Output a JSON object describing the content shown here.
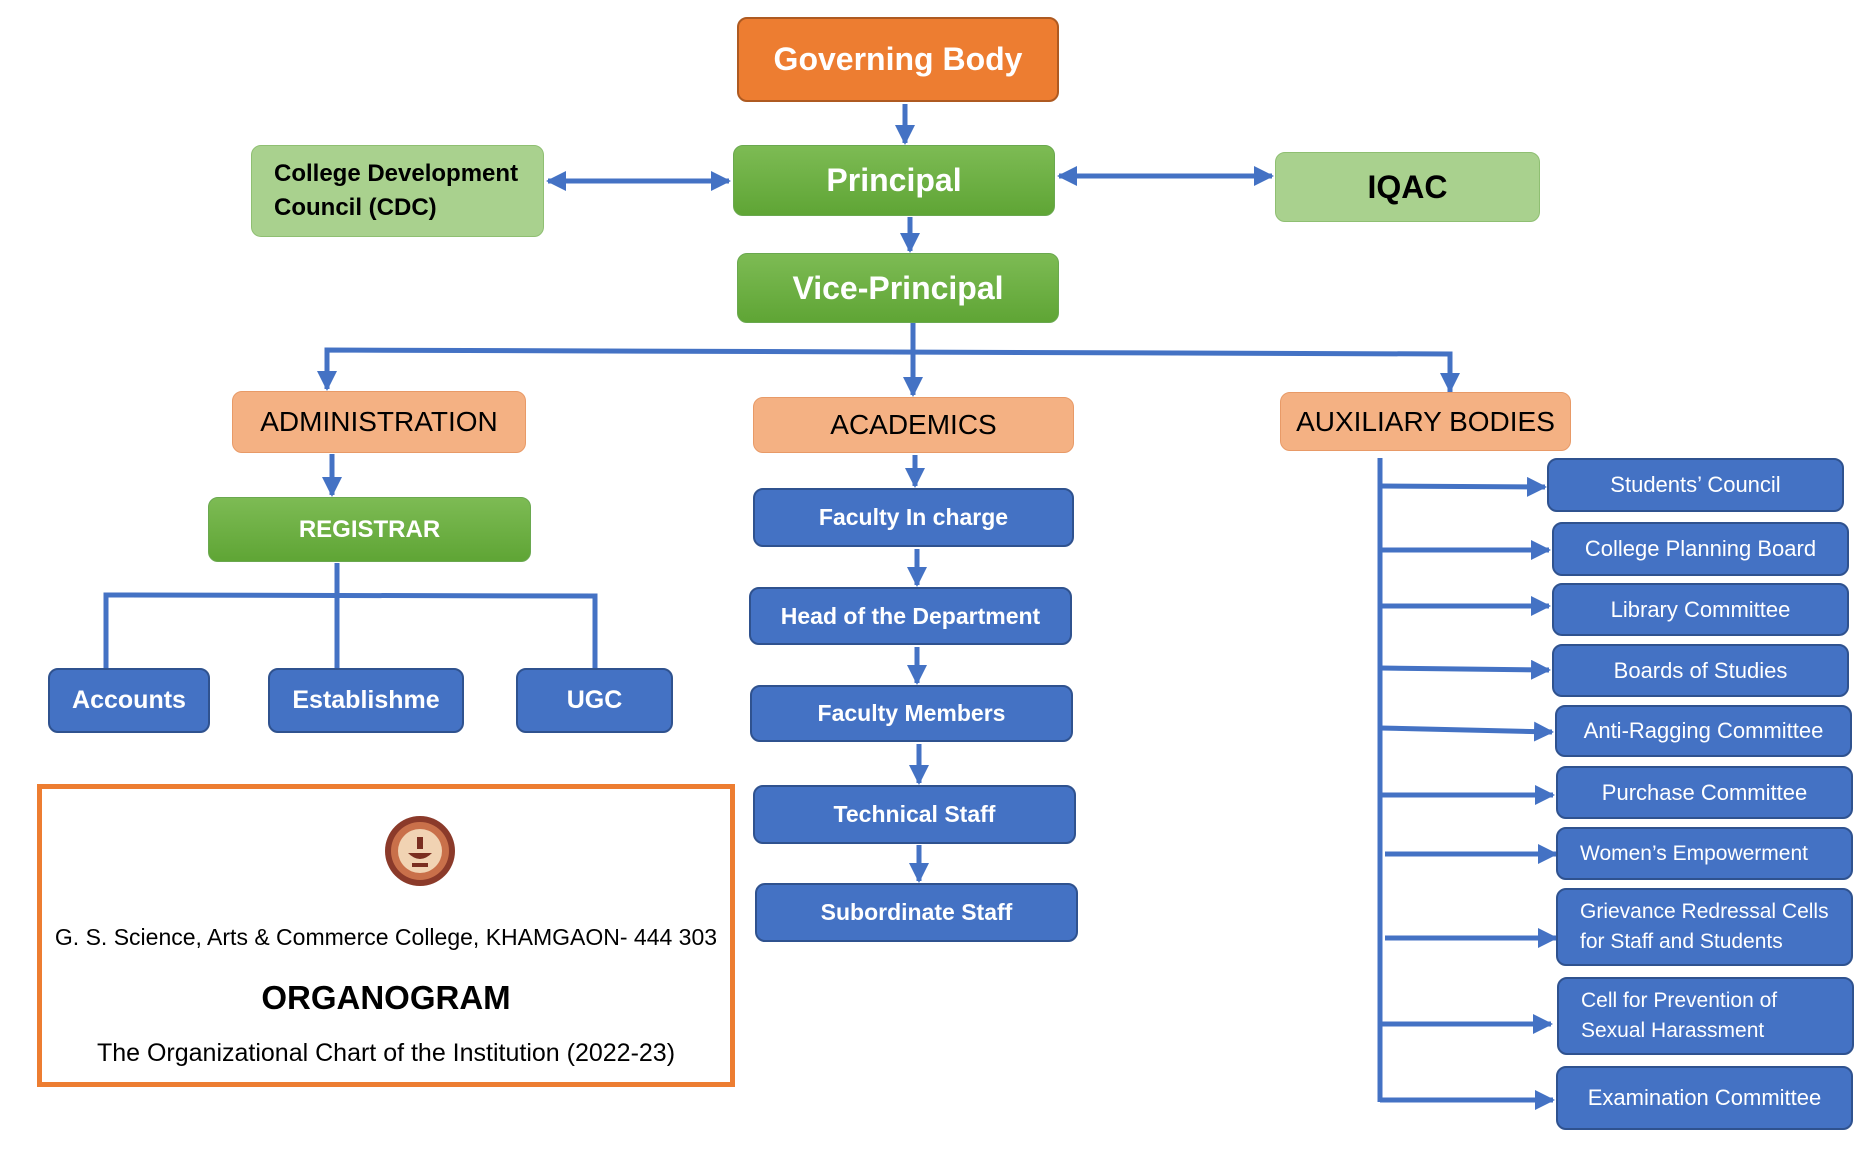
{
  "title": "ORGANOGRAM",
  "top": {
    "governing_body": "Governing Body",
    "principal": "Principal",
    "cdc": "College Development Council (CDC)",
    "iqac": "IQAC",
    "vice_principal": "Vice-Principal"
  },
  "branches": {
    "administration": {
      "label": "ADMINISTRATION",
      "registrar": "REGISTRAR",
      "children": [
        "Accounts",
        "Establishme",
        "UGC"
      ]
    },
    "academics": {
      "label": "ACADEMICS",
      "chain": [
        "Faculty In charge",
        "Head of the Department",
        "Faculty Members",
        "Technical Staff",
        "Subordinate Staff"
      ]
    },
    "auxiliary": {
      "label": "AUXILIARY BODIES",
      "items": [
        "Students’ Council",
        "College Planning Board",
        "Library Committee",
        "Boards of Studies",
        "Anti-Ragging Committee",
        "Purchase Committee",
        "Women’s Empowerment",
        "Grievance Redressal Cells for Staff and Students",
        "Cell for Prevention of Sexual Harassment",
        "Examination Committee"
      ]
    }
  },
  "footer": {
    "seal_icon": "college-seal-icon",
    "college": "G. S. Science, Arts & Commerce College, KHAMGAON- 444 303",
    "heading": "ORGANOGRAM",
    "subtitle": "The Organizational Chart of the Institution (2022-23)"
  },
  "colors": {
    "top": "#ed7d31",
    "leader": "#70ad47",
    "advisory": "#a9d18e",
    "branch": "#f4b183",
    "unit": "#4472c4",
    "connector": "#4472c4"
  }
}
